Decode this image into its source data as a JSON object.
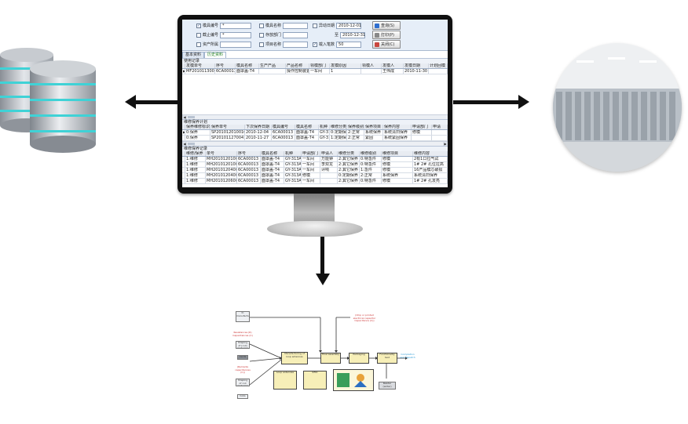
{
  "filter": {
    "fields": [
      {
        "label": "模具编号",
        "checked": true,
        "value": "*"
      },
      {
        "label": "模具名称",
        "checked": false,
        "value": ""
      },
      {
        "label": "异动日期",
        "checked": false,
        "value": "2010-12-01"
      },
      {
        "label": "截止编号",
        "checked": false,
        "value": "*"
      },
      {
        "label": "存放部门",
        "checked": false,
        "value": ""
      },
      {
        "label": "至",
        "checked": false,
        "value": "2010-12-31"
      },
      {
        "label": "资产所属",
        "checked": false,
        "value": ""
      },
      {
        "label": "项目名称",
        "checked": false,
        "value": ""
      },
      {
        "label": "载入笔数",
        "checked": true,
        "value": "50"
      }
    ],
    "buttons": {
      "search": "查询(S)",
      "print": "打印(P)",
      "exit": "关闭(C)"
    }
  },
  "tabs": [
    "基本资料",
    "历史资料"
  ],
  "usage": {
    "title": "使用记录",
    "columns": [
      "发模单号",
      "序号",
      "模具名称",
      "生产产品",
      "产品名称",
      "领模部门",
      "发模原因",
      "领模人",
      "发模人",
      "发模日期",
      "计划回模"
    ],
    "rows": [
      [
        "MF201011300001",
        "6CA00013",
        "面罩盖-T4",
        "",
        "操作控制装置",
        "一车间",
        "1",
        "",
        "王伟成",
        "2010-11-30",
        ""
      ]
    ]
  },
  "plan": {
    "title": "维修保养计划",
    "columns": [
      "保养维修标识",
      "保养单号",
      "下次保养日期",
      "模具编号",
      "模具名称",
      "机种",
      "维修分类",
      "保养级别",
      "保养项目",
      "保养内容",
      "申请部门",
      "申请"
    ],
    "rows": [
      [
        "0:保养",
        "SP201012010010",
        "2010-12-04",
        "6CA00013",
        "面罩盖-T4",
        "GY-31",
        "0:定期保养",
        "2:正常",
        "系统保养",
        "系统清扫保养",
        "修模",
        ""
      ],
      [
        "0:保养",
        "SP201011270041",
        "2010-11-27",
        "6CA00013",
        "面罩盖-T4",
        "GY-31",
        "1:定期保养",
        "2:正常",
        "紧固",
        "系统紧固保养",
        "",
        ""
      ]
    ]
  },
  "records": {
    "title": "维修保养记录",
    "columns": [
      "维修/保养",
      "单号",
      "序号",
      "模具名称",
      "机种",
      "申请部门",
      "申请人",
      "维修分类",
      "维修级别",
      "维修项目",
      "维修内容"
    ],
    "rows": [
      [
        "1:维修",
        "MH201012010005",
        "6CA00013",
        "面罩盖-T4",
        "GY-313A",
        "一车间",
        "万能钟",
        "2:其它保养",
        "0:特急件",
        "修模",
        "2有1口拉气试"
      ],
      [
        "1:维修",
        "MH201012010007",
        "6CA00013",
        "面罩盖-T4",
        "GY-313A",
        "一车间",
        "李双龙",
        "2:其它保养",
        "0:特急件",
        "修模",
        "1# 2# 孔位拉高"
      ],
      [
        "1:维修",
        "MH201012040003",
        "6CA00013",
        "面罩盖-T4",
        "GY-313A",
        "一车间",
        "评响",
        "2:其它保养",
        "1:急件",
        "修模",
        "16产品模芯破损"
      ],
      [
        "1:维修",
        "MH201012040009",
        "6CA00013",
        "面罩盖-T4",
        "GY-313A",
        "修模",
        "",
        "0:定期保养",
        "2:正常",
        "系统保养",
        "系统清扫保养"
      ],
      [
        "1:维修",
        "MH201012060006",
        "6CA00013",
        "面罩盖-T4",
        "GY-313A",
        "一车间",
        "",
        "2:其它保养",
        "0:特急件",
        "修模",
        "1# 2# 孔发亮"
      ]
    ]
  },
  "process": {
    "boxes": [
      {
        "id": "ic",
        "text": "IC manufacturing"
      },
      {
        "id": "res",
        "text": "Resistances (R) Capacitances (C)"
      },
      {
        "id": "shape_dev",
        "text": "Shaping of (coil) materials"
      },
      {
        "id": "cards",
        "text": "Cards"
      },
      {
        "id": "plate",
        "text": "(Remarks capacitances (C))"
      },
      {
        "id": "shape_coil",
        "text": "Shaping of coil materials"
      },
      {
        "id": "coils",
        "text": "Coils"
      },
      {
        "id": "mfg",
        "text": "Manufacturing of loop antennas"
      },
      {
        "id": "final",
        "text": "Final assembly"
      },
      {
        "id": "pack",
        "text": "Packaging"
      },
      {
        "id": "func",
        "text": "Functionality test"
      },
      {
        "id": "chip",
        "text": "(Chip or printed electrical capacitor Capacitance (C))"
      },
      {
        "id": "complete",
        "text": "Completion and dispatch"
      },
      {
        "id": "loop",
        "text": "Loop antennas"
      },
      {
        "id": "rfid",
        "text": "RFID"
      },
      {
        "id": "reader",
        "text": "Reader (writer)"
      }
    ]
  },
  "colors": {
    "screen_header": "#e6eef8",
    "process_box": "#f7efb8",
    "db_band": "#3fd2d6",
    "arrow": "#111111"
  }
}
